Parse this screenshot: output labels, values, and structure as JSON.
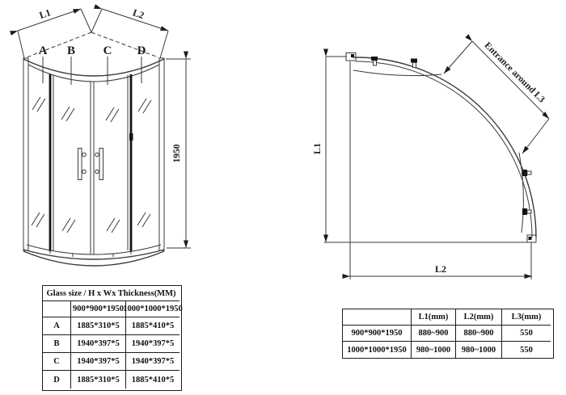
{
  "colors": {
    "line": "#3a3a3a",
    "dark": "#141414",
    "background": "#ffffff"
  },
  "front_view": {
    "l1_label": "L1",
    "l2_label": "L2",
    "height_label": "1950",
    "panel_labels": [
      "A",
      "B",
      "C",
      "D"
    ]
  },
  "plan_view": {
    "l1_label": "L1",
    "l2_label": "L2",
    "entrance_label": "Entrance around L3"
  },
  "glass_table": {
    "title": "Glass size / H x Wx Thickness(MM)",
    "size_columns": [
      "900*900*1950",
      "1000*1000*1950"
    ],
    "rows": [
      {
        "label": "A",
        "size_900": "1885*310*5",
        "size_1000": "1885*410*5"
      },
      {
        "label": "B",
        "size_900": "1940*397*5",
        "size_1000": "1940*397*5"
      },
      {
        "label": "C",
        "size_900": "1940*397*5",
        "size_1000": "1940*397*5"
      },
      {
        "label": "D",
        "size_900": "1885*310*5",
        "size_1000": "1885*410*5"
      }
    ]
  },
  "dim_table": {
    "col_headers": [
      "L1(mm)",
      "L2(mm)",
      "L3(mm)"
    ],
    "rows": [
      {
        "label": "900*900*1950",
        "l1": "880~900",
        "l2": "880~900",
        "l3": "550"
      },
      {
        "label": "1000*1000*1950",
        "l1": "980~1000",
        "l2": "980~1000",
        "l3": "550"
      }
    ]
  }
}
